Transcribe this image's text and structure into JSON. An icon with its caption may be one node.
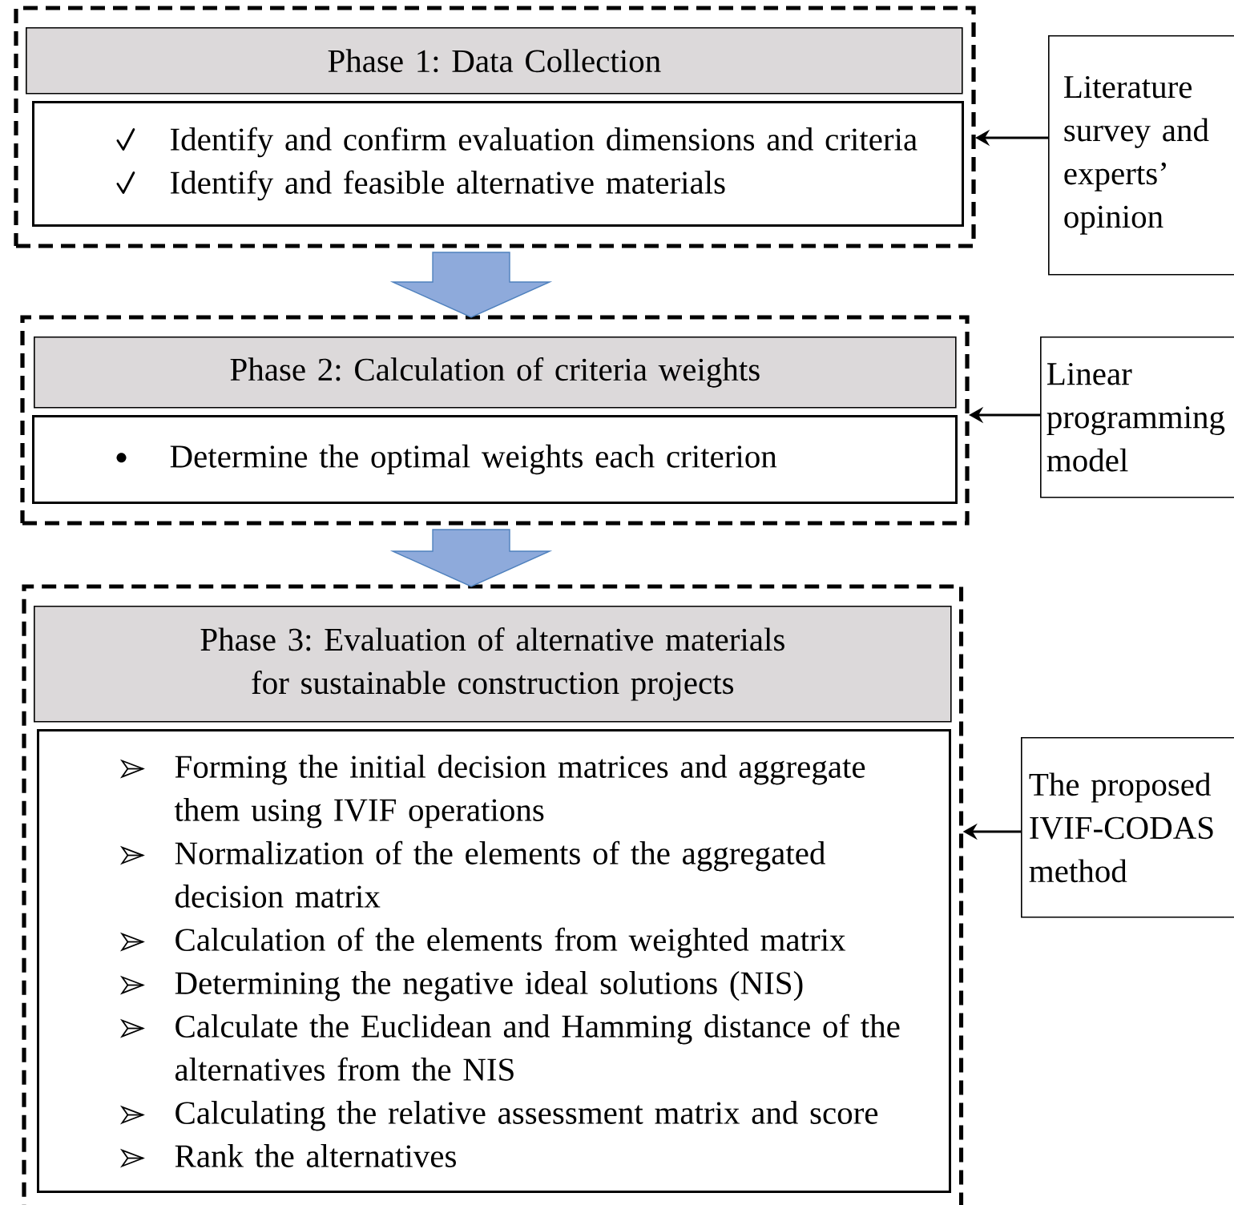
{
  "diagram": {
    "nodes": [
      {
        "text": [],
        "shape": "box"
      },
      {
        "text": [
          "Phase 1: Data Collection"
        ],
        "in": 0
      },
      {
        "text": [
          "Identify and confirm evaluation dimensions and criteria",
          "Identify and feasible alternative materials"
        ],
        "in": 0
      },
      {
        "text": [],
        "shape": "box"
      },
      {
        "text": [
          "Phase 2: Calculation of criteria weights"
        ],
        "in": 3
      },
      {
        "text": [
          "Determine the optimal weights  each criterion"
        ],
        "in": 3
      },
      {
        "text": [],
        "shape": "box"
      },
      {
        "text": [
          "Phase 3: Evaluation of alternative materials for sustainable construction projects"
        ],
        "in": 6
      },
      {
        "text": [
          "Forming the initial decision matrices and aggregate them using IVIF operations",
          "Normalization of the elements of the aggregated decision matrix",
          "Calculation of the elements from weighted matrix",
          "Determining the negative ideal solutions (NIS)",
          "Calculate the Euclidean  and Hamming distance of the alternatives from the NIS",
          "Calculating the relative assessment matrix and score",
          "Rank the alternatives"
        ],
        "in": 6
      },
      {
        "text": [
          "Literature survey and experts’ opinion"
        ]
      },
      {
        "text": [
          "Linear programming model"
        ]
      },
      {
        "text": [
          "The proposed IVIF-CODAS method"
        ]
      }
    ],
    "edges": [
      {
        "from": 0,
        "to": 3,
        "arrow": "to",
        "style": "thick",
        "color": "#8eaadb"
      },
      {
        "from": 3,
        "to": 6,
        "arrow": "to",
        "style": "thick",
        "color": "#8eaadb"
      },
      {
        "from": 9,
        "to": 0,
        "arrow": "to"
      },
      {
        "from": 10,
        "to": 3,
        "arrow": "to"
      },
      {
        "from": 11,
        "to": 6,
        "arrow": "to"
      }
    ]
  }
}
